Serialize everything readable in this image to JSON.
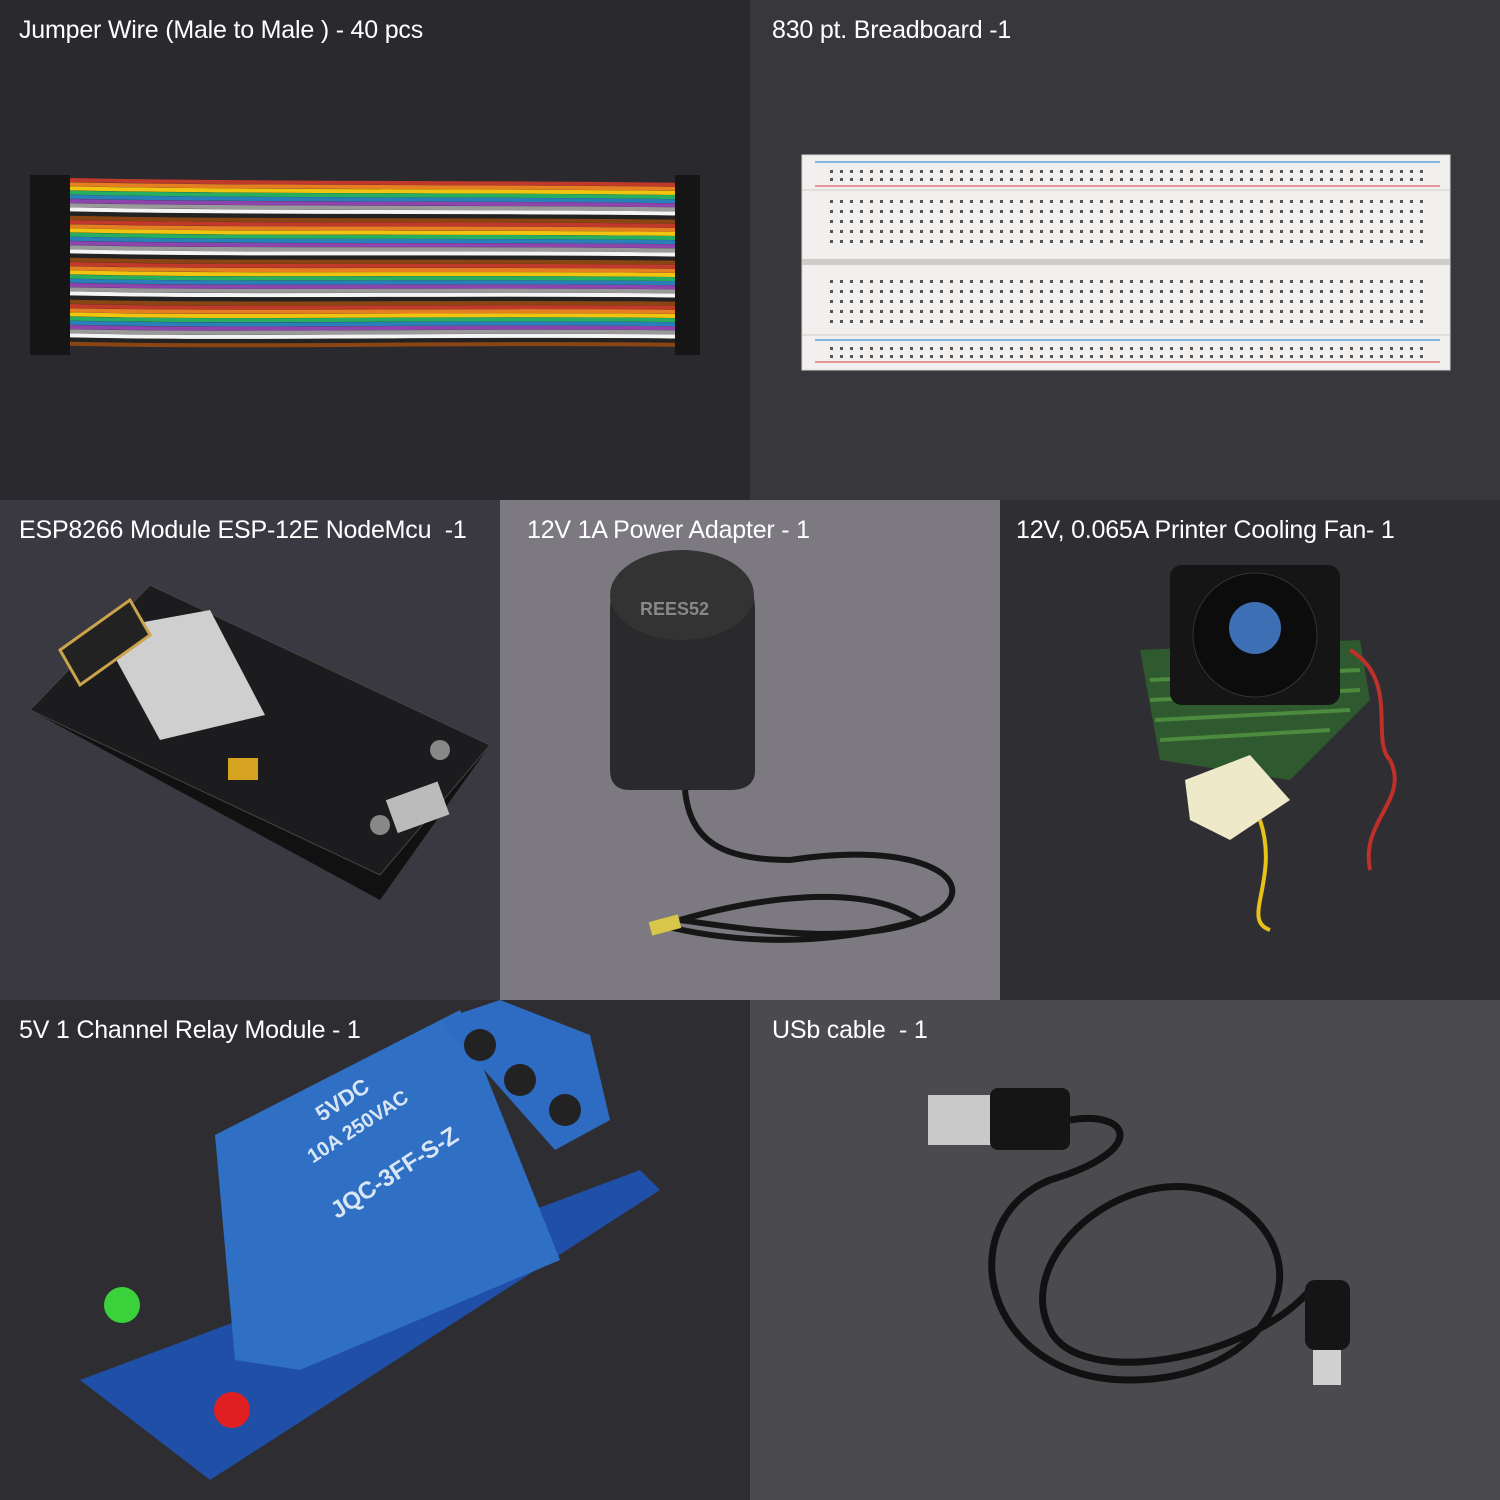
{
  "panels": {
    "jumper": {
      "label": "Jumper Wire (Male to Male ) - 40 pcs",
      "bg": "#2a292e"
    },
    "breadboard": {
      "label": "830 pt. Breadboard -1",
      "bg": "#38373c"
    },
    "nodemcu": {
      "label": "ESP8266 Module ESP-12E NodeMcu  -1",
      "bg": "#3a3942"
    },
    "adapter": {
      "label": "12V 1A Power Adapter - 1",
      "bg": "#7c7980",
      "brand": "REES52"
    },
    "fan": {
      "label": "12V, 0.065A Printer Cooling Fan- 1",
      "bg": "#2f2e33"
    },
    "relay": {
      "label": "5V 1 Channel Relay Module - 1",
      "bg": "#2e2d31",
      "print": [
        "5VDC",
        "10A 250VAC",
        "JQC-3FF-S-Z"
      ]
    },
    "usb": {
      "label": "USb cable  - 1",
      "bg": "#4b4a4e"
    }
  },
  "colors": {
    "wires": [
      "#c0392b",
      "#e67e22",
      "#f1c40f",
      "#27ae60",
      "#2980b9",
      "#8e44ad",
      "#9a9a9a",
      "#f5f5f5",
      "#222222",
      "#8b4513"
    ],
    "relay_blue": "#2f6fc4",
    "pcb_blue": "#1f4fa6"
  }
}
